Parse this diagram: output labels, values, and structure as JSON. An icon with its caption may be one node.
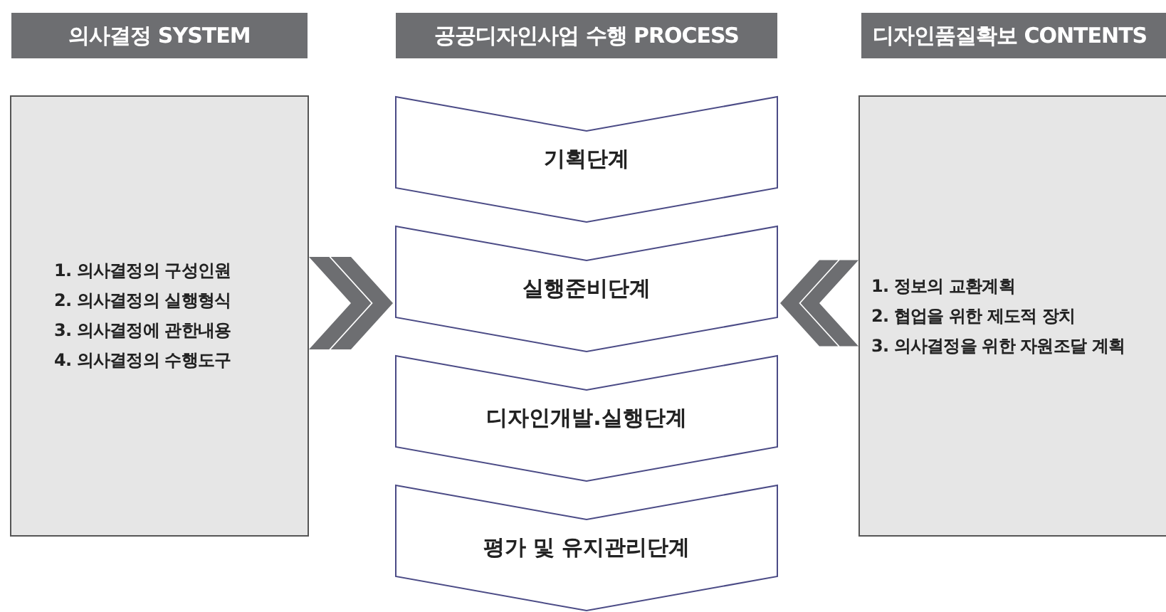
{
  "diagram": {
    "nodes": [
      {
        "text": [
          "의사결정 SYSTEM"
        ]
      },
      {
        "text": [
          "공공디자인사업 수행 PROCESS"
        ]
      },
      {
        "text": [
          "디자인품질확보 CONTENTS"
        ]
      },
      {
        "text": [
          "1. 의사결정의 구성인원",
          "2. 의사결정의 실행형식",
          "3. 의사결정에 관한내용",
          "4. 의사결정의 수행도구"
        ]
      },
      {
        "text": [
          "기획단계"
        ]
      },
      {
        "text": [
          "실행준비단계"
        ]
      },
      {
        "text": [
          "디자인개발.실행단계"
        ]
      },
      {
        "text": [
          "평가 및 유지관리단계"
        ]
      },
      {
        "text": [
          "1. 정보의 교환계획",
          "2. 협업을 위한 제도적 장치",
          "3. 의사결정을 위한 자원조달 계획"
        ]
      }
    ],
    "edges": [
      {
        "from": 3,
        "to": 5,
        "arrow": "to"
      },
      {
        "from": 8,
        "to": 5,
        "arrow": "to"
      }
    ]
  }
}
